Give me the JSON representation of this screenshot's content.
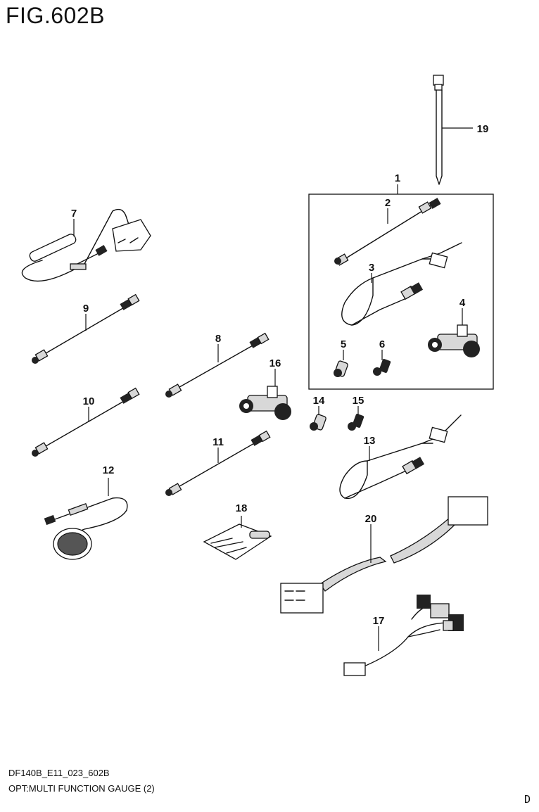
{
  "figure": {
    "title": "FIG.602B",
    "footer_code": "DF140B_E11_023_602B",
    "footer_desc": "OPT:MULTI FUNCTION GAUGE (2)",
    "page_letter": "D"
  },
  "callouts": [
    "1",
    "2",
    "3",
    "4",
    "5",
    "6",
    "7",
    "8",
    "9",
    "10",
    "11",
    "12",
    "13",
    "14",
    "15",
    "16",
    "17",
    "18",
    "19",
    "20"
  ]
}
